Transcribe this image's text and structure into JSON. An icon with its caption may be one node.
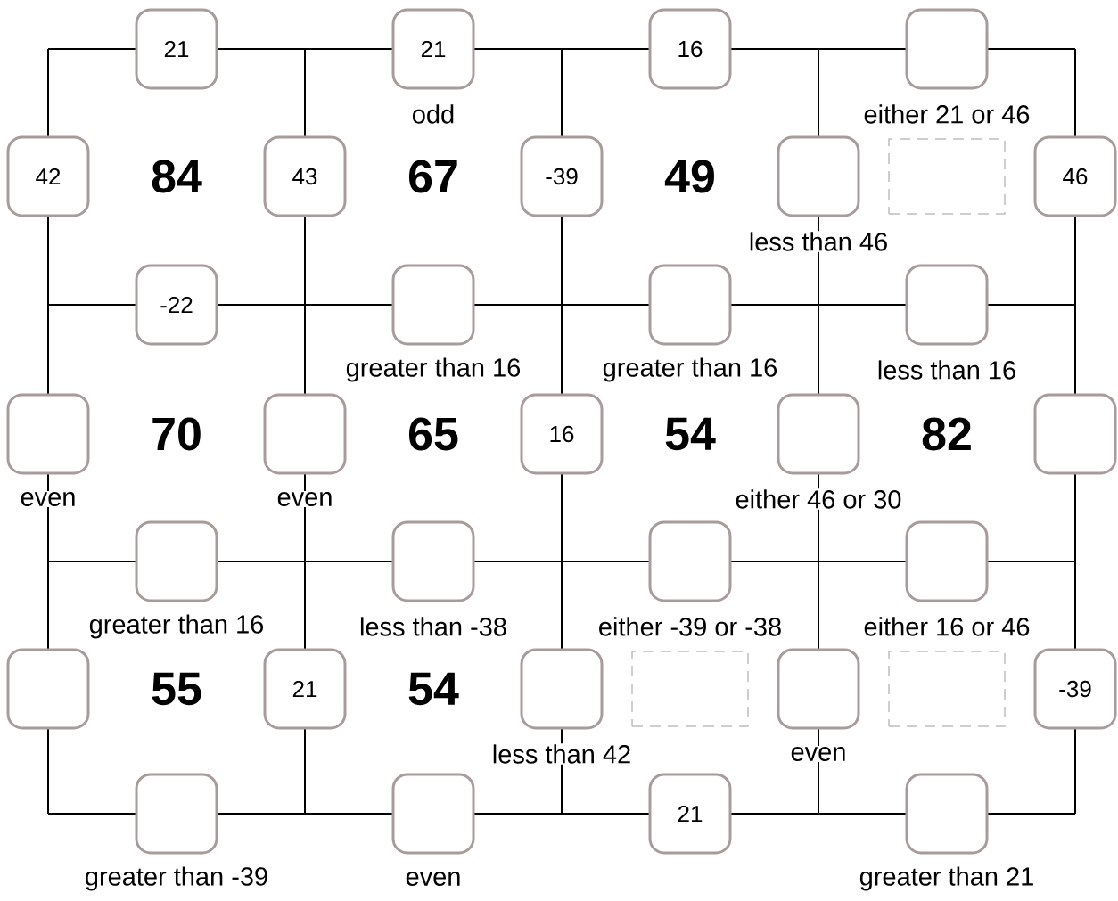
{
  "diagram": {
    "nodes": [
      {
        "text": [
          "21"
        ]
      },
      {
        "text": [
          "21"
        ],
        "beside": [
          "odd"
        ]
      },
      {
        "text": [
          "16"
        ]
      },
      {
        "text": [],
        "shape": "box",
        "beside": [
          "either 21 or 46"
        ]
      },
      {
        "text": [
          "42"
        ]
      },
      {
        "text": [
          "43"
        ]
      },
      {
        "text": [
          "-39"
        ]
      },
      {
        "text": [],
        "shape": "box",
        "beside": [
          "less than 46"
        ]
      },
      {
        "text": [],
        "shape": "box"
      },
      {
        "text": [
          "46"
        ]
      },
      {
        "text": [
          "-22"
        ]
      },
      {
        "text": [],
        "shape": "box",
        "beside": [
          "greater than 16"
        ]
      },
      {
        "text": [],
        "shape": "box",
        "beside": [
          "greater than 16"
        ]
      },
      {
        "text": [],
        "shape": "box",
        "beside": [
          "less than 16"
        ]
      },
      {
        "text": [],
        "shape": "box",
        "beside": [
          "even"
        ]
      },
      {
        "text": [],
        "shape": "box",
        "beside": [
          "even"
        ]
      },
      {
        "text": [
          "16"
        ]
      },
      {
        "text": [],
        "shape": "box",
        "beside": [
          "either 46 or 30"
        ]
      },
      {
        "text": [],
        "shape": "box"
      },
      {
        "text": [],
        "shape": "box",
        "beside": [
          "greater than 16"
        ]
      },
      {
        "text": [],
        "shape": "box",
        "beside": [
          "less than -38"
        ]
      },
      {
        "text": [],
        "shape": "box",
        "beside": [
          "either -39 or -38"
        ]
      },
      {
        "text": [],
        "shape": "box",
        "beside": [
          "either 16 or 46"
        ]
      },
      {
        "text": [],
        "shape": "box"
      },
      {
        "text": [
          "21"
        ]
      },
      {
        "text": [],
        "shape": "box",
        "beside": [
          "less than 42"
        ]
      },
      {
        "text": [],
        "shape": "box"
      },
      {
        "text": [],
        "shape": "box",
        "beside": [
          "even"
        ]
      },
      {
        "text": [],
        "shape": "box"
      },
      {
        "text": [
          "-39"
        ]
      },
      {
        "text": [],
        "shape": "box",
        "beside": [
          "greater than -39"
        ]
      },
      {
        "text": [],
        "shape": "box",
        "beside": [
          "even"
        ]
      },
      {
        "text": [
          "21"
        ]
      },
      {
        "text": [],
        "shape": "box",
        "beside": [
          "greater than 21"
        ]
      }
    ],
    "labels": [
      "84",
      "67",
      "49",
      "70",
      "65",
      "54",
      "82",
      "55",
      "54"
    ]
  }
}
